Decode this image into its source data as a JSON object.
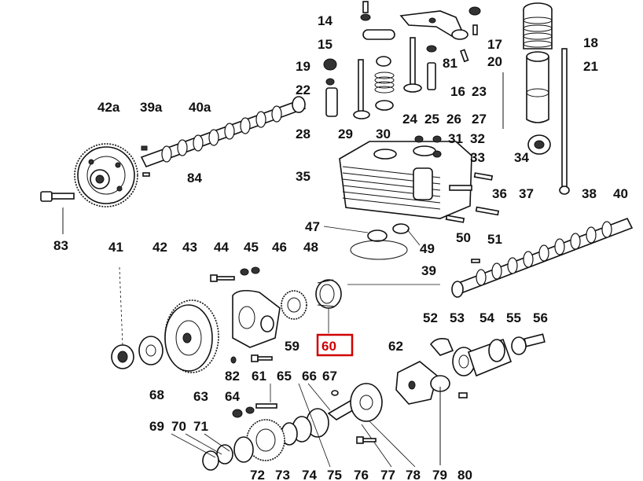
{
  "highlight": {
    "part": "60",
    "color": "#d00000"
  },
  "labels": {
    "l14": "14",
    "l15": "15",
    "l19": "19",
    "l22": "22",
    "l42a": "42a",
    "l39a": "39a",
    "l40a": "40a",
    "l81": "81",
    "l16": "16",
    "l23": "23",
    "l17": "17",
    "l20": "20",
    "l18": "18",
    "l21": "21",
    "l28": "28",
    "l29": "29",
    "l30": "30",
    "l24": "24",
    "l25": "25",
    "l26": "26",
    "l27": "27",
    "l84": "84",
    "l31": "31",
    "l32": "32",
    "l33": "33",
    "l34": "34",
    "l35": "35",
    "l36": "36",
    "l37": "37",
    "l38": "38",
    "l40": "40",
    "l83": "83",
    "l47": "47",
    "l48": "48",
    "l49": "49",
    "l50": "50",
    "l51": "51",
    "l41": "41",
    "l42": "42",
    "l43": "43",
    "l44": "44",
    "l45": "45",
    "l46": "46",
    "l39": "39",
    "l60": "60",
    "l52": "52",
    "l53": "53",
    "l54": "54",
    "l55": "55",
    "l56": "56",
    "l59": "59",
    "l62": "62",
    "l68": "68",
    "l82": "82",
    "l61": "61",
    "l65": "65",
    "l66": "66",
    "l67": "67",
    "l63": "63",
    "l64": "64",
    "l69": "69",
    "l70": "70",
    "l71": "71",
    "l72": "72",
    "l73": "73",
    "l74": "74",
    "l75": "75",
    "l76": "76",
    "l77": "77",
    "l78": "78",
    "l79": "79",
    "l80": "80"
  }
}
